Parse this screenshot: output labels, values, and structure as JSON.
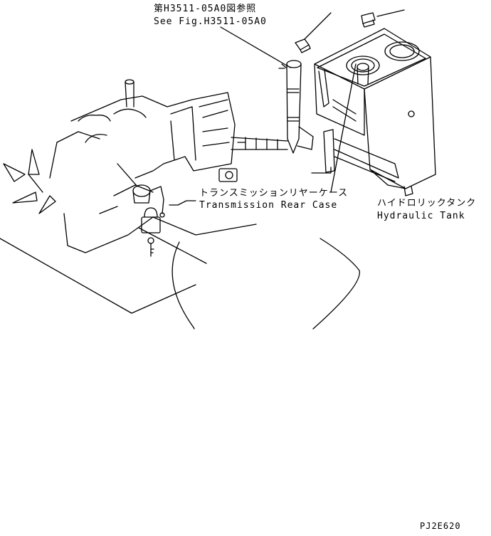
{
  "labels": {
    "reference_jp": "第H3511-05A0図参照",
    "reference_en": "See Fig.H3511-05A0",
    "transmission_jp": "トランスミッションリヤーケース",
    "transmission_en": "Transmission Rear Case",
    "hydraulic_jp": "ハイドロリックタンク",
    "hydraulic_en": "Hydraulic Tank",
    "figure_code": "PJ2E620"
  },
  "colors": {
    "line": "#000000",
    "background": "#ffffff"
  }
}
